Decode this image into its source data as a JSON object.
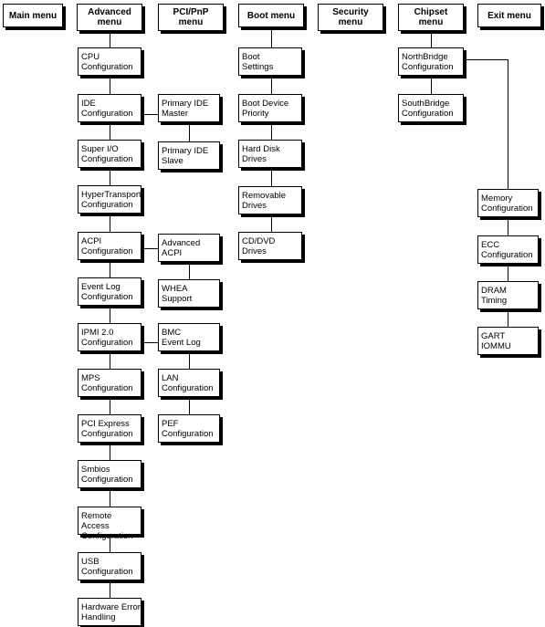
{
  "headers": [
    {
      "id": "main",
      "label": "Main menu"
    },
    {
      "id": "advanced",
      "label": "Advanced\nmenu"
    },
    {
      "id": "pci",
      "label": "PCI/PnP\nmenu"
    },
    {
      "id": "boot",
      "label": "Boot menu"
    },
    {
      "id": "security",
      "label": "Security\nmenu"
    },
    {
      "id": "chipset",
      "label": "Chipset\nmenu"
    },
    {
      "id": "exit",
      "label": "Exit menu"
    }
  ],
  "advanced_items": [
    "CPU\nConfiguration",
    "IDE\nConfiguration",
    "Super I/O\nConfiguration",
    "HyperTransport\nConfiguration",
    "ACPI\nConfiguration",
    "Event Log\nConfiguration",
    "IPMI 2.0\nConfiguration",
    "MPS\nConfiguration",
    "PCI Express\nConfiguration",
    "Smbios\nConfiguration",
    "Remote Access\nConfiguration",
    "USB\nConfiguration",
    "Hardware Error\nHandling"
  ],
  "ide_sub": [
    "Primary IDE\nMaster",
    "Primary IDE\nSlave"
  ],
  "acpi_sub": [
    "Advanced\nACPI",
    "WHEA\nSupport"
  ],
  "ipmi_sub": [
    "BMC\nEvent Log",
    "LAN\nConfiguration",
    "PEF\nConfiguration"
  ],
  "boot_items": [
    "Boot\nSettings",
    "Boot Device\nPriority",
    "Hard Disk\nDrives",
    "Removable\nDrives",
    "CD/DVD\nDrives"
  ],
  "chipset_items": [
    "NorthBridge\nConfiguration",
    "SouthBridge\nConfiguration"
  ],
  "northbridge_sub": [
    "Memory\nConfiguration",
    "ECC\nConfiguration",
    "DRAM\nTiming",
    "GART\nIOMMU"
  ]
}
